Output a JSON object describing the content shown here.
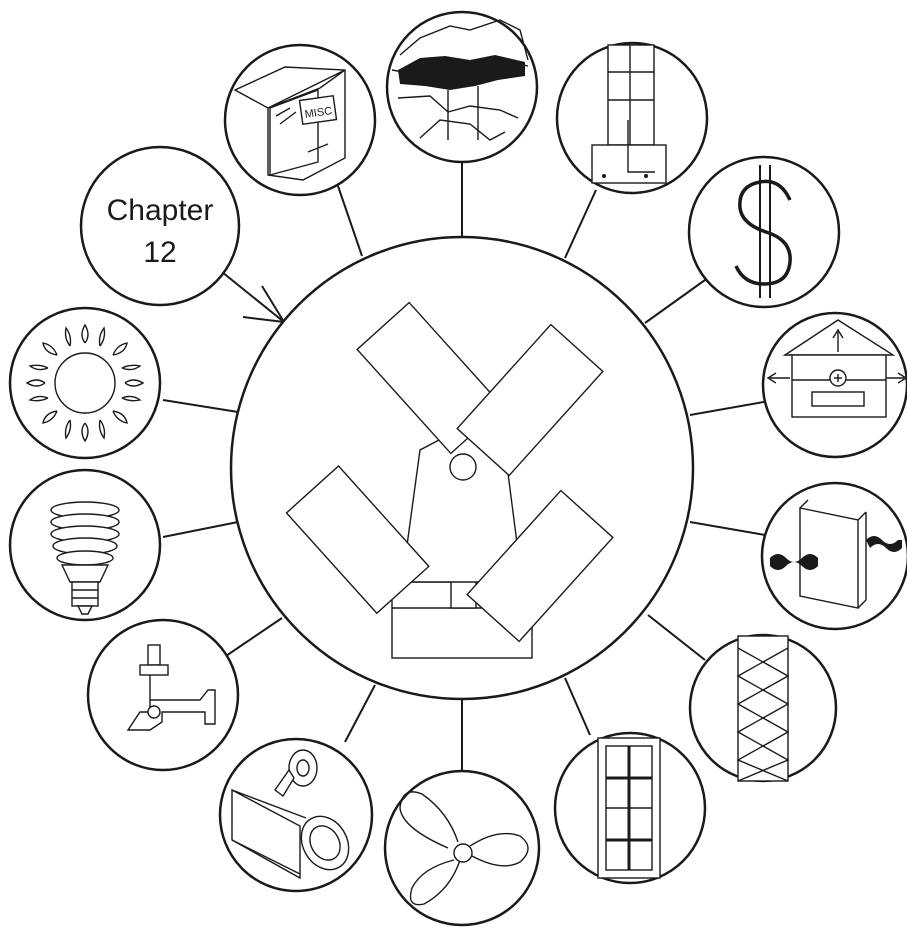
{
  "center": {
    "icon": "windmill-icon"
  },
  "chapter_label": {
    "line1": "Chapter",
    "line2": "12"
  },
  "topics": [
    {
      "icon": "file-cabinet-icon",
      "label": "MISC"
    },
    {
      "icon": "us-map-icon"
    },
    {
      "icon": "window-column-icon"
    },
    {
      "icon": "dollar-sign-icon"
    },
    {
      "icon": "house-ventilation-icon"
    },
    {
      "icon": "wall-air-leak-icon"
    },
    {
      "icon": "insulation-batt-icon"
    },
    {
      "icon": "window-icon"
    },
    {
      "icon": "fan-blade-icon"
    },
    {
      "icon": "duct-tape-icon"
    },
    {
      "icon": "faucet-icon"
    },
    {
      "icon": "cfl-bulb-icon"
    },
    {
      "icon": "sun-icon"
    }
  ]
}
